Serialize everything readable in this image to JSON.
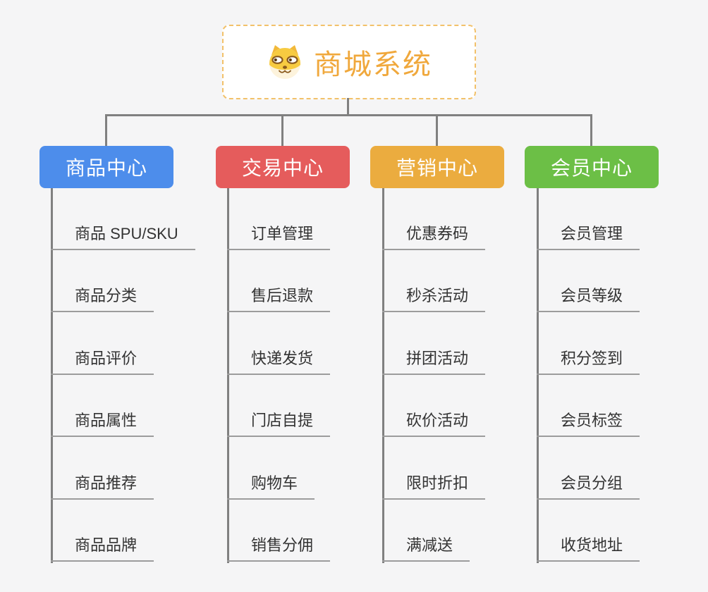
{
  "root": {
    "title": "商城系统",
    "icon": "dog-face-icon"
  },
  "colors": {
    "page_background": "#f5f5f6",
    "root_border": "#f2c16a",
    "root_text": "#f0a83c",
    "connector": "#808080",
    "child_underline": "#9c9c9c",
    "child_text": "#333333",
    "branch_product": "#4d8deb",
    "branch_trade": "#e55c5c",
    "branch_marketing": "#ebac3f",
    "branch_member": "#6cbf46"
  },
  "branches": [
    {
      "id": "product-center",
      "label": "商品中心",
      "color": "#4d8deb",
      "children": [
        "商品 SPU/SKU",
        "商品分类",
        "商品评价",
        "商品属性",
        "商品推荐",
        "商品品牌"
      ]
    },
    {
      "id": "trade-center",
      "label": "交易中心",
      "color": "#e55c5c",
      "children": [
        "订单管理",
        "售后退款",
        "快递发货",
        "门店自提",
        "购物车",
        "销售分佣"
      ]
    },
    {
      "id": "marketing-center",
      "label": "营销中心",
      "color": "#ebac3f",
      "children": [
        "优惠券码",
        "秒杀活动",
        "拼团活动",
        "砍价活动",
        "限时折扣",
        "满减送"
      ]
    },
    {
      "id": "member-center",
      "label": "会员中心",
      "color": "#6cbf46",
      "children": [
        "会员管理",
        "会员等级",
        "积分签到",
        "会员标签",
        "会员分组",
        "收货地址"
      ]
    }
  ]
}
